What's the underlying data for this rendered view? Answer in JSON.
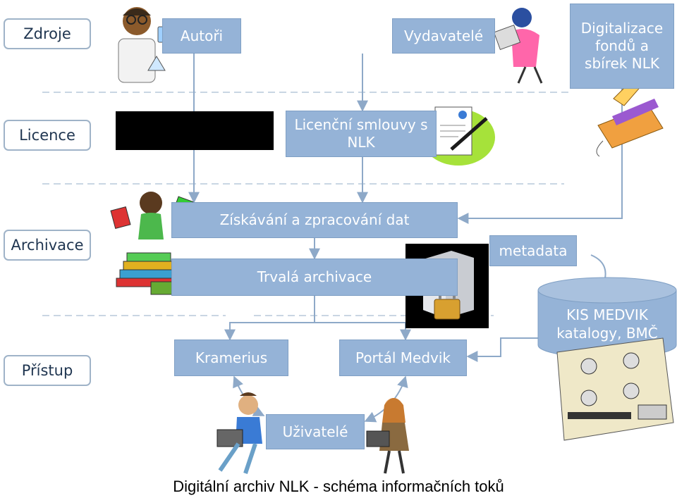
{
  "rows": {
    "sources": "Zdroje",
    "licence": "Licence",
    "archiving": "Archivace",
    "access": "Přístup"
  },
  "boxes": {
    "authors": "Autoři",
    "publishers": "Vydavatelé",
    "digitization": [
      "Digitalizace",
      "fondů a",
      "sbírek NLK"
    ],
    "licence_agreements": [
      "Licenční smlouvy s",
      "NLK"
    ],
    "acquisition": "Získávání a zpracování dat",
    "permanent_archive": "Trvalá archivace",
    "metadata": "metadata",
    "kis": [
      "KIS MEDVIK",
      "katalogy, BMČ"
    ],
    "kramerius": "Kramerius",
    "portal": "Portál Medvik",
    "users": "Uživatelé"
  },
  "caption": "Digitální archiv NLK - schéma informačních toků",
  "colors": {
    "box_fill": "#95b3d7",
    "box_text": "#ffffff",
    "row_border": "#9fb3c8",
    "connector": "#8ea9c8",
    "dashed_divider": "#c9d6e3"
  },
  "illustrations": [
    "scientist-clipart",
    "woman-at-typewriter-clipart",
    "scanner-clipart",
    "contract-pen-clipart",
    "woman-with-books-clipart",
    "server-with-lock-clipart",
    "database-machine-clipart",
    "man-with-laptop-clipart",
    "woman-with-laptop-clipart"
  ]
}
